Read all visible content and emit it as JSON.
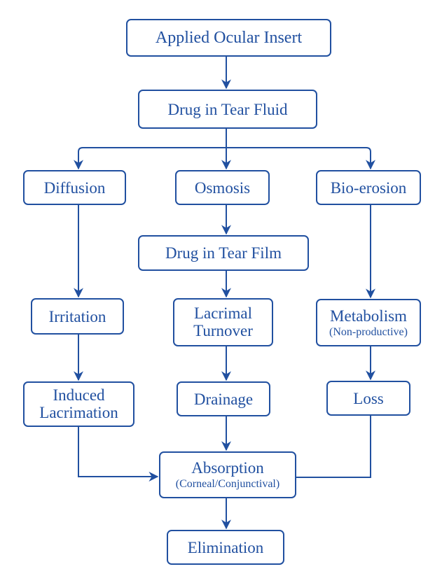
{
  "diagram": {
    "type": "flowchart",
    "color": "#2150a0",
    "nodes": [
      {
        "id": "applied-ocular-insert",
        "label": "Applied Ocular Insert",
        "sub": ""
      },
      {
        "id": "drug-in-tear-fluid",
        "label": "Drug in Tear Fluid",
        "sub": ""
      },
      {
        "id": "diffusion",
        "label": "Diffusion",
        "sub": ""
      },
      {
        "id": "osmosis",
        "label": "Osmosis",
        "sub": ""
      },
      {
        "id": "bio-erosion",
        "label": "Bio-erosion",
        "sub": ""
      },
      {
        "id": "drug-in-tear-film",
        "label": "Drug in Tear Film",
        "sub": ""
      },
      {
        "id": "irritation",
        "label": "Irritation",
        "sub": ""
      },
      {
        "id": "lacrimal-turnover",
        "label": "Lacrimal Turnover",
        "sub": ""
      },
      {
        "id": "metabolism",
        "label": "Metabolism",
        "sub": "(Non-productive)"
      },
      {
        "id": "induced-lacrimation",
        "label": "Induced Lacrimation",
        "sub": ""
      },
      {
        "id": "drainage",
        "label": "Drainage",
        "sub": ""
      },
      {
        "id": "loss",
        "label": "Loss",
        "sub": ""
      },
      {
        "id": "absorption",
        "label": "Absorption",
        "sub": "(Corneal/Conjunctival)"
      },
      {
        "id": "elimination",
        "label": "Elimination",
        "sub": ""
      }
    ],
    "edges": [
      {
        "from": "applied-ocular-insert",
        "to": "drug-in-tear-fluid"
      },
      {
        "from": "drug-in-tear-fluid",
        "to": "diffusion"
      },
      {
        "from": "drug-in-tear-fluid",
        "to": "osmosis"
      },
      {
        "from": "drug-in-tear-fluid",
        "to": "bio-erosion"
      },
      {
        "from": "osmosis",
        "to": "drug-in-tear-film"
      },
      {
        "from": "diffusion",
        "to": "irritation"
      },
      {
        "from": "drug-in-tear-film",
        "to": "lacrimal-turnover"
      },
      {
        "from": "bio-erosion",
        "to": "metabolism"
      },
      {
        "from": "irritation",
        "to": "induced-lacrimation"
      },
      {
        "from": "lacrimal-turnover",
        "to": "drainage"
      },
      {
        "from": "metabolism",
        "to": "loss"
      },
      {
        "from": "induced-lacrimation",
        "to": "absorption"
      },
      {
        "from": "drainage",
        "to": "absorption"
      },
      {
        "from": "loss",
        "to": "absorption",
        "arrowhead": false
      },
      {
        "from": "absorption",
        "to": "elimination"
      }
    ]
  }
}
